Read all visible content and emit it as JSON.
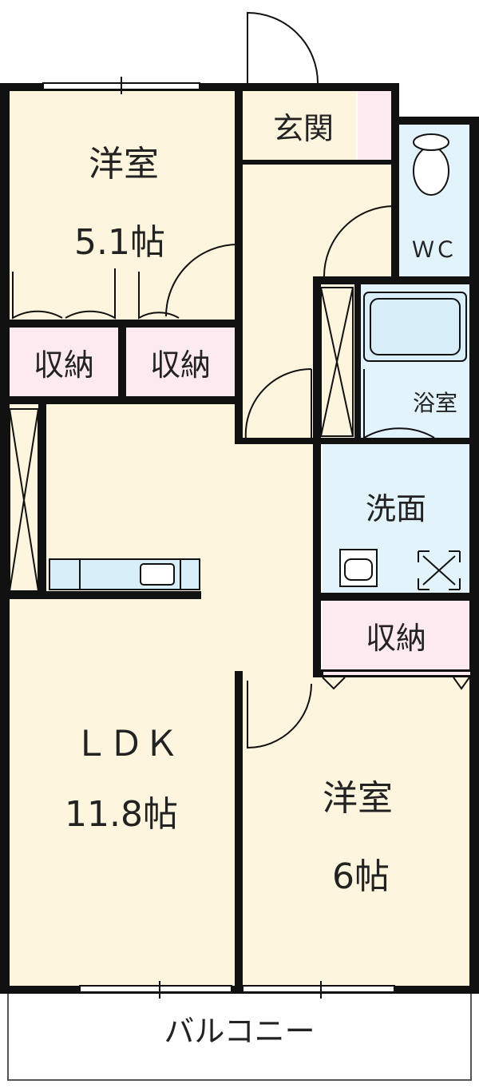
{
  "rooms": {
    "western_room_north": {
      "name": "洋室",
      "size": "5.1帖"
    },
    "storage_left": {
      "label": "収納"
    },
    "storage_right": {
      "label": "収納"
    },
    "entrance": {
      "label": "玄関"
    },
    "toilet": {
      "label": "ＷＣ"
    },
    "bathroom": {
      "label": "浴室"
    },
    "washroom": {
      "label": "洗面"
    },
    "storage_wash": {
      "label": "収納"
    },
    "ldk": {
      "name": "ＬＤＫ",
      "size": "11.8帖"
    },
    "western_room_south": {
      "name": "洋室",
      "size": "6帖"
    },
    "balcony": {
      "label": "バルコニー"
    }
  },
  "colors": {
    "room_floor": "#fdf5dd",
    "storage": "#fde9f0",
    "wet_area": "#e3f3fb",
    "balcony": "#ffffff",
    "wall": "#111111",
    "fixture": "#d8eef8"
  }
}
